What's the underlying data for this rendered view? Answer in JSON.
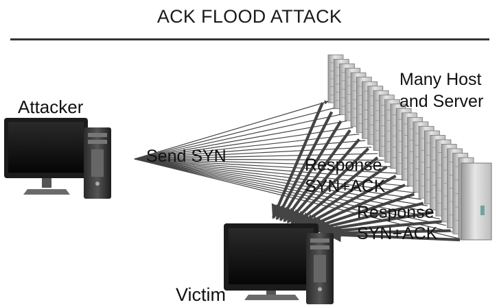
{
  "title": "ACK FLOOD ATTACK",
  "labels": {
    "attacker": "Attacker",
    "hosts_line1": "Many Host",
    "hosts_line2": "and Server",
    "send": "Send SYN",
    "response1_line1": "Response",
    "response1_line2": "SYN+ACK",
    "response2_line1": "Response",
    "response2_line2": "SYN+ACK",
    "victim": "Victim"
  },
  "icons": {
    "attacker_computer": "desktop-computer-icon",
    "victim_computer": "desktop-computer-icon",
    "server_rack": "server-rack-icon"
  },
  "colors": {
    "arrow": "#444444",
    "rule": "#333333",
    "text": "#111111"
  }
}
